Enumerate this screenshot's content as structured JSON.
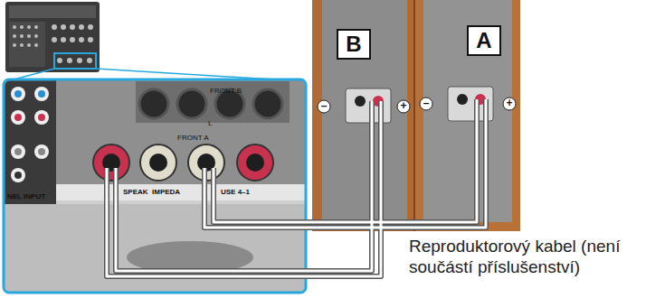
{
  "diagram": {
    "nodes": [
      {
        "text": [
          "B"
        ]
      },
      {
        "text": [
          "A"
        ]
      }
    ],
    "labels": [
      "FRONT B",
      "L",
      "FRONT A",
      "SPEAK",
      "IMPEDA",
      "USE 4–1",
      "NEL INPUT",
      "–",
      "+",
      "–",
      "+",
      "Reproduktorový kabel (není součástí příslušenství)"
    ]
  }
}
